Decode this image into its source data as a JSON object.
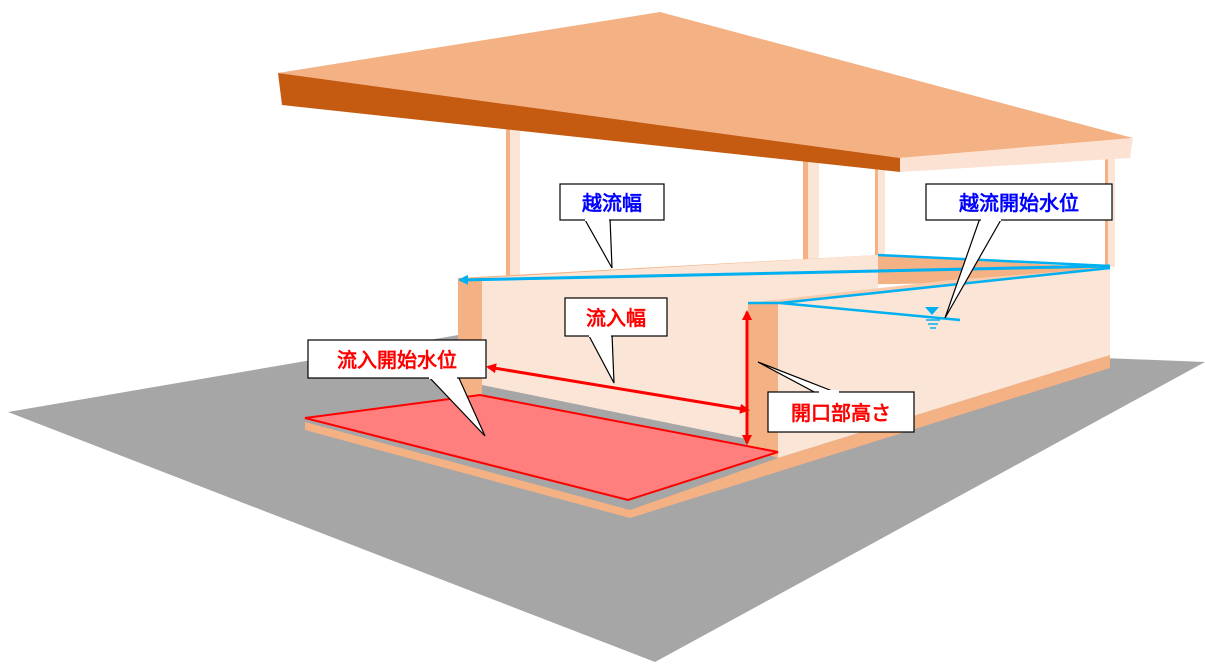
{
  "colors": {
    "ground": "#a6a6a6",
    "roof_top": "#f4b183",
    "roof_front": "#c55a11",
    "roof_side": "#fbe2d3",
    "wall_face": "#fbe5d6",
    "wall_edge": "#f4b183",
    "inlet_area": "#ff7f7f",
    "blue_annotation": "#00b0f0",
    "blue_text": "#0000ff",
    "red_annotation": "#ff0000"
  },
  "labels": {
    "overflow_width": "越流幅",
    "overflow_start_level": "越流開始水位",
    "inflow_width": "流入幅",
    "inflow_start_level": "流入開始水位",
    "opening_height": "開口部高さ"
  },
  "icons": {
    "water_level": "water-level-triangle-icon"
  }
}
